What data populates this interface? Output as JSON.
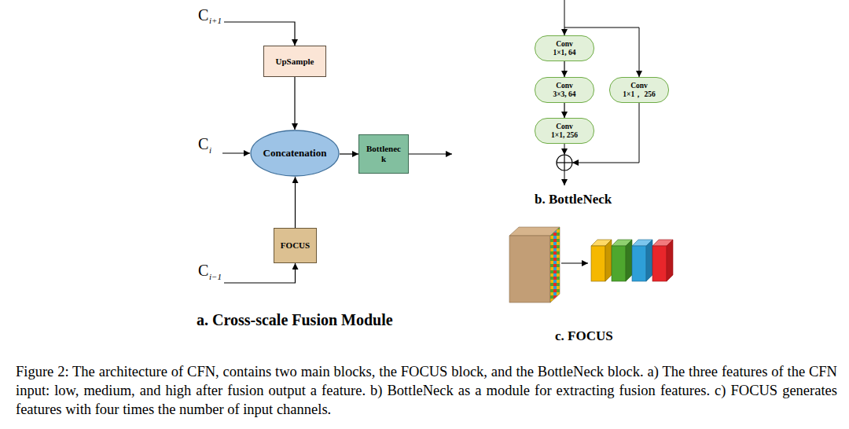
{
  "diagram": {
    "caption": "Figure 2: The architecture of CFN, contains two main blocks, the FOCUS block, and the BottleNeck block. a) The three features of the CFN input: low, medium, and high after fusion output a feature. b) BottleNeck as a module for extracting fusion features. c) FOCUS generates features with four times the number of input channels.",
    "nodes": [
      {
        "text": [
          "UpSample"
        ]
      },
      {
        "text": [
          "Concatenation"
        ]
      },
      {
        "text": [
          "Bottleneck"
        ]
      },
      {
        "text": [
          "FOCUS"
        ]
      },
      {
        "text": [
          "Conv",
          "1×1, 64"
        ]
      },
      {
        "text": [
          "Conv",
          "3×3, 64"
        ]
      },
      {
        "text": [
          "Conv",
          "1×1, 256"
        ]
      },
      {
        "text": [
          "Conv",
          "1×1， 256"
        ]
      }
    ],
    "edges": [
      {
        "from": 0,
        "to": 1,
        "arrow": "to"
      },
      {
        "from": 3,
        "to": 1,
        "arrow": "to"
      },
      {
        "from": 1,
        "to": 2,
        "arrow": "to"
      },
      {
        "from": 4,
        "to": 5,
        "arrow": "to"
      },
      {
        "from": 5,
        "to": 6,
        "arrow": "to"
      }
    ],
    "labels": [
      "C",
      "i+1",
      "C",
      "i",
      "C",
      "i−1",
      "a. Cross-scale Fusion Module",
      "b. BottleNeck",
      "c. FOCUS"
    ]
  }
}
